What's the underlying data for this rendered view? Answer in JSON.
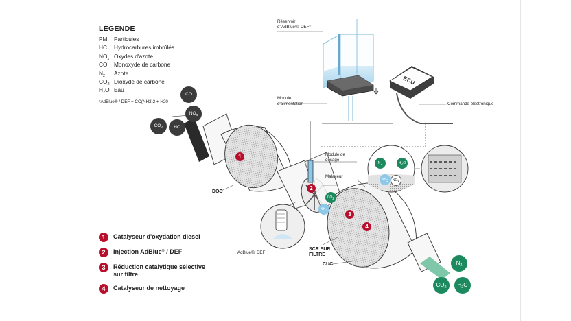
{
  "legend": {
    "title": "LÉGENDE",
    "items": [
      {
        "abbr": "PM",
        "sub": "",
        "desc": "Particules"
      },
      {
        "abbr": "HC",
        "sub": "",
        "desc": "Hydrocarbures imbrûlés"
      },
      {
        "abbr": "NO",
        "sub": "x",
        "desc": "Oxydes d'azote"
      },
      {
        "abbr": "CO",
        "sub": "",
        "desc": "Monoxyde de carbone"
      },
      {
        "abbr": "N",
        "sub": "2",
        "desc": "Azote"
      },
      {
        "abbr": "CO",
        "sub": "2",
        "desc": "Dioxyde de carbone"
      },
      {
        "abbr": "H",
        "sub": "2",
        "abbr_tail": "O",
        "desc": "Eau"
      }
    ],
    "note": "*AdBlue® / DEF = CO(NH2)2 + H20"
  },
  "key": [
    {
      "num": "1",
      "label": "Catalyseur d'oxydation diesel"
    },
    {
      "num": "2",
      "label_main": "Injection AdBlue",
      "label_sup": "®",
      "label_tail": " / DEF"
    },
    {
      "num": "3",
      "label": "Réduction catalytique sélective sur filtre"
    },
    {
      "num": "4",
      "label": "Catalyseur de nettoyage"
    }
  ],
  "labels": {
    "reservoir_line1": "Réservoir",
    "reservoir_line2": "d' AdBlue®/ DEF*",
    "module_alim_line1": "Module",
    "module_alim_line2": "d'alimentation",
    "commande": "Commande électronique",
    "module_dosage_line1": "Module de",
    "module_dosage_line2": "dosage",
    "malaxeur": "Malaxeur",
    "adblue_def": "AdBlue®/ DEF",
    "doc": "DOC",
    "scr_line1": "SCR SUR",
    "scr_line2": "FILTRE",
    "cuc": "CUC",
    "ecu": "ECU"
  },
  "input_gases": [
    {
      "main": "CO",
      "sub": ""
    },
    {
      "main": "NO",
      "sub": "x"
    },
    {
      "main": "CO",
      "sub": "2"
    },
    {
      "main": "HC",
      "sub": ""
    }
  ],
  "mixer_gases": [
    {
      "main": "CO",
      "sub": "2"
    },
    {
      "main": "NH",
      "sub": "3"
    }
  ],
  "scr_zoom_gases": [
    {
      "main": "N",
      "sub": "2"
    },
    {
      "main": "H",
      "sub": "2",
      "tail": "O"
    },
    {
      "main": "NH",
      "sub": "3"
    },
    {
      "main": "NO",
      "sub": "x"
    }
  ],
  "output_gases": [
    {
      "main": "N",
      "sub": "2"
    },
    {
      "main": "CO",
      "sub": "2"
    },
    {
      "main": "H",
      "sub": "2",
      "tail": "O"
    }
  ],
  "markers": [
    "1",
    "2",
    "3",
    "4"
  ],
  "colors": {
    "accent_red": "#b8102c",
    "gas_dark": "#3b3b3b",
    "gas_green": "#1c8a5e",
    "adblue_blue": "#8ec8e8",
    "exhaust_green": "#7ec7a8"
  }
}
